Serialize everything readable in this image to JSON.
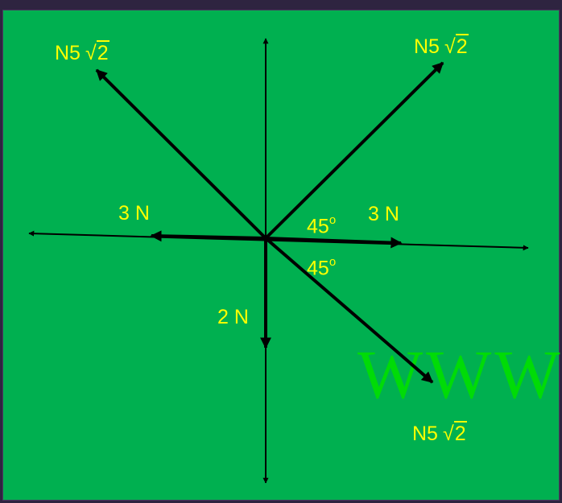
{
  "labels": {
    "force_top_left": "N5",
    "force_top_right": "N5",
    "force_bottom_right": "N5",
    "sqrt_arg": "2",
    "force_left": "3 N",
    "force_right": "3 N",
    "force_down": "2 N",
    "angle_upper": "45",
    "angle_lower": "45",
    "degree_mark": "o"
  },
  "watermark": "WWW",
  "colors": {
    "background": "#00b050",
    "label": "#ffff00",
    "arrow": "#000000",
    "watermark": "#00e000"
  }
}
